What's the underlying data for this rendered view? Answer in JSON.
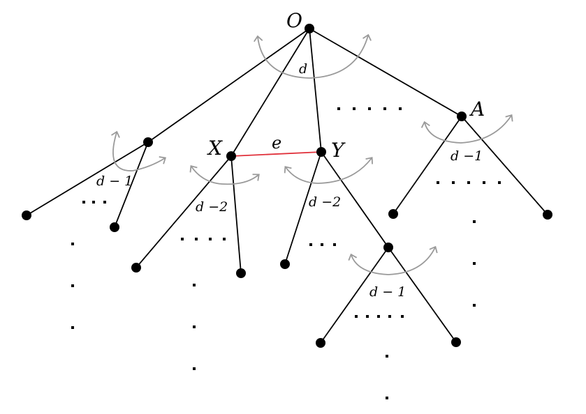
{
  "colors": {
    "edge": "#000000",
    "highlight_edge": "#e0303a",
    "arc": "#9a9a9a",
    "node": "#000000"
  },
  "labels": {
    "root": "O",
    "node_a": "A",
    "node_x": "X",
    "node_y": "Y",
    "edge_e": "e",
    "angle_root": "d",
    "angle_left": "d − 1",
    "angle_x": "d −2",
    "angle_y": "d −2",
    "angle_a": "d −1",
    "angle_right_sub": "d − 1"
  }
}
